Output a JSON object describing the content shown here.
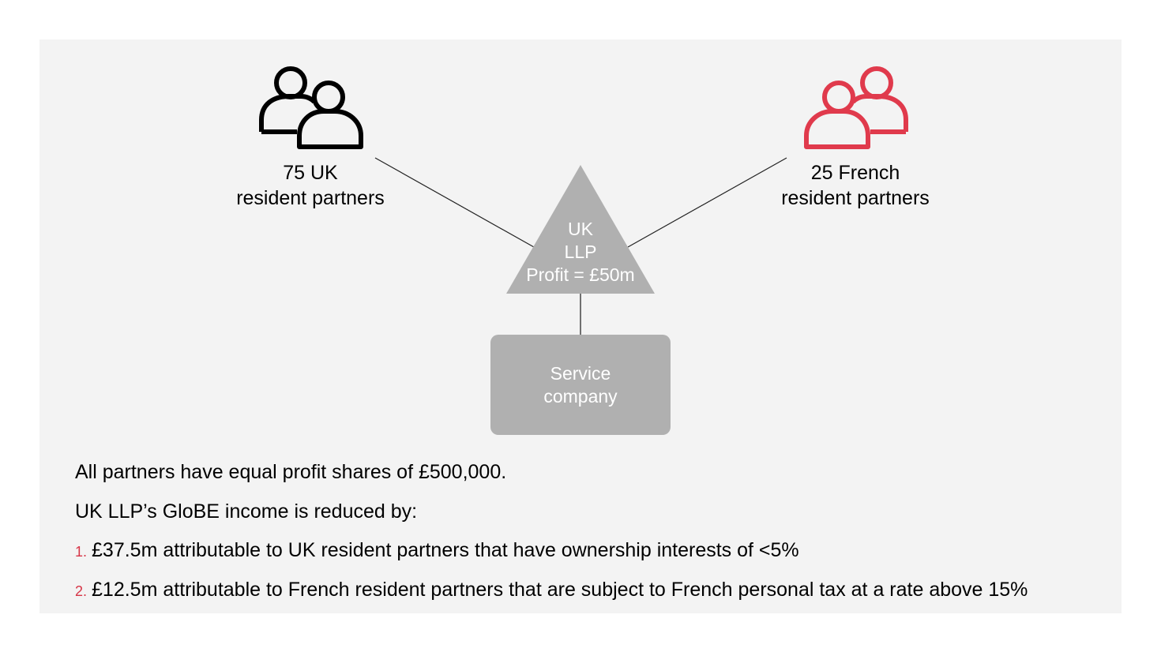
{
  "diagram": {
    "uk_partners": {
      "icon": "people-icon",
      "line1": "75 UK",
      "line2": "resident partners",
      "color": "#000000"
    },
    "french_partners": {
      "icon": "people-icon",
      "line1": "25 French",
      "line2": "resident partners",
      "color": "#e03a4c"
    },
    "llp": {
      "line1": "UK",
      "line2": "LLP",
      "line3": "Profit = £50m",
      "color": "#b0b0b0"
    },
    "service_company": {
      "line1": "Service",
      "line2": "company",
      "color": "#b0b0b0"
    }
  },
  "notes": {
    "line1": "All partners have equal profit shares of £500,000.",
    "line2": "UK LLP’s GloBE income is reduced by:",
    "items": [
      {
        "num": "1.",
        "text": "£37.5m attributable to UK resident partners that have ownership interests of <5%"
      },
      {
        "num": "2.",
        "text": "£12.5m attributable to French resident partners that are subject to French personal tax at a rate above 15%"
      }
    ],
    "number_color": "#d63446"
  }
}
